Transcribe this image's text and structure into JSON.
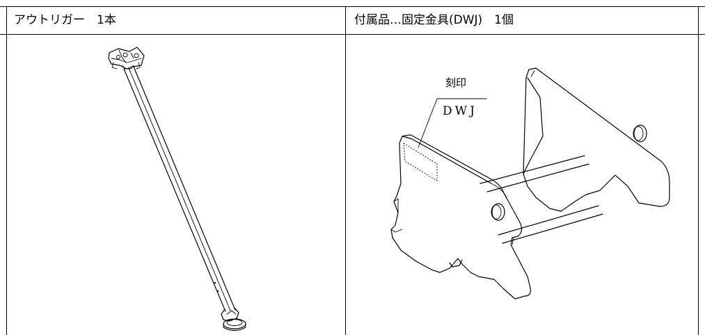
{
  "left_cell": {
    "title": "アウトリガー　1本"
  },
  "right_cell": {
    "title": "付属品…固定金具(DWJ)　1個"
  },
  "stamp_callout": {
    "label": "刻印",
    "code": "DWJ"
  }
}
